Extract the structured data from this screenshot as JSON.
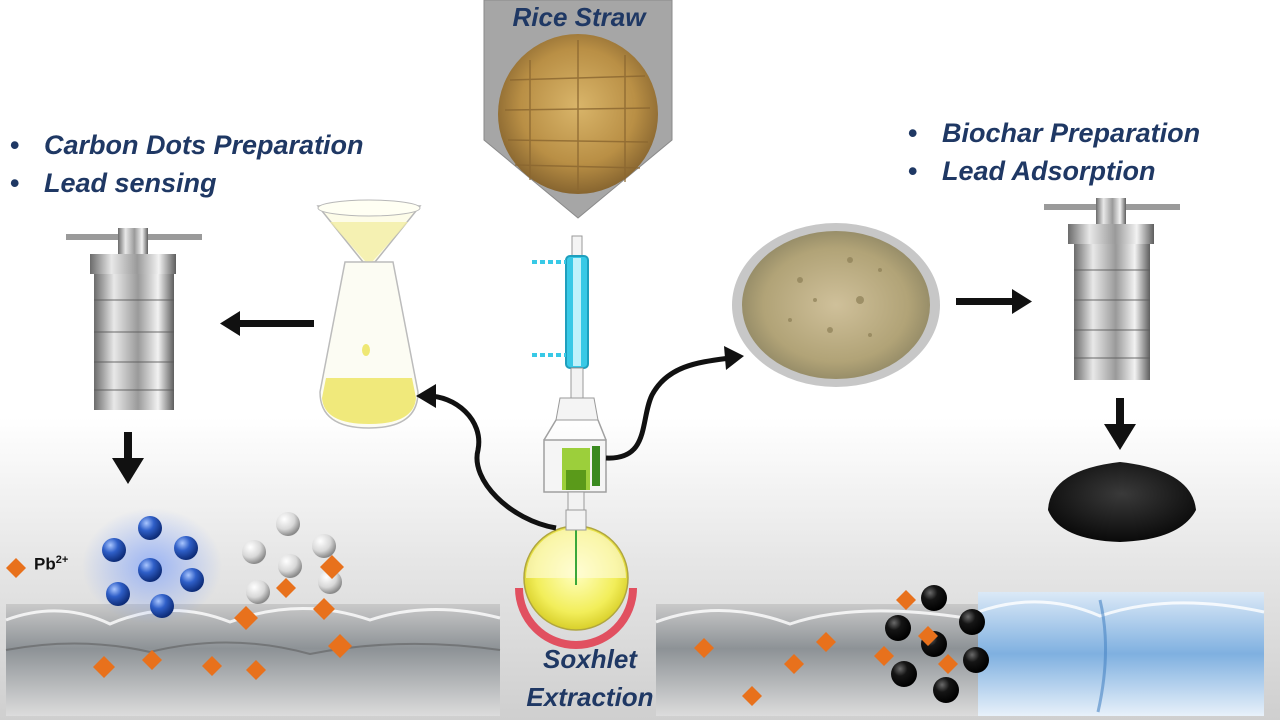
{
  "left_list": {
    "items": [
      "Carbon Dots Preparation",
      "Lead sensing"
    ]
  },
  "right_list": {
    "items": [
      "Biochar Preparation",
      "Lead Adsorption"
    ]
  },
  "top_label": "Rice Straw",
  "bottom_label": "Soxhlet Extraction",
  "ion_label": {
    "base": "Pb",
    "charge": "2+"
  },
  "colors": {
    "text": "#1f3864",
    "carbon_dots": "#2f5fc8",
    "lead_ions": "#e8711c",
    "biochar": "#111111",
    "extract": "#e8e24a",
    "condenser": "#38c9e6"
  }
}
